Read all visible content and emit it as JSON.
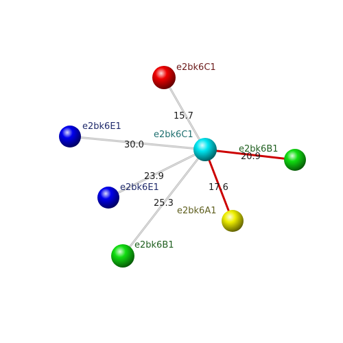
{
  "diagram": {
    "center": {
      "label": "e2bk6C1",
      "color": "#00e5f0",
      "label_color": "#1e6f6f"
    },
    "nodes": [
      {
        "id": "n1",
        "label": "e2bk6C1",
        "color": "#ee0000",
        "label_color": "#6b1a1a",
        "distance": "15.7",
        "edge": "gray"
      },
      {
        "id": "n2",
        "label": "e2bk6E1",
        "color": "#0000ee",
        "label_color": "#1f2a6b",
        "distance": "30.0",
        "edge": "gray"
      },
      {
        "id": "n3",
        "label": "e2bk6B1",
        "color": "#11dd11",
        "label_color": "#1f5f1f",
        "distance": "20.9",
        "edge": "red"
      },
      {
        "id": "n4",
        "label": "e2bk6E1",
        "color": "#0000ee",
        "label_color": "#1f2a6b",
        "distance": "23.9",
        "edge": "gray"
      },
      {
        "id": "n5",
        "label": "e2bk6A1",
        "color": "#eeee00",
        "label_color": "#5f5f1f",
        "distance": "17.6",
        "edge": "red"
      },
      {
        "id": "n6",
        "label": "e2bk6B1",
        "color": "#11dd11",
        "label_color": "#1f5f1f",
        "distance": "25.3",
        "edge": "gray"
      }
    ]
  }
}
